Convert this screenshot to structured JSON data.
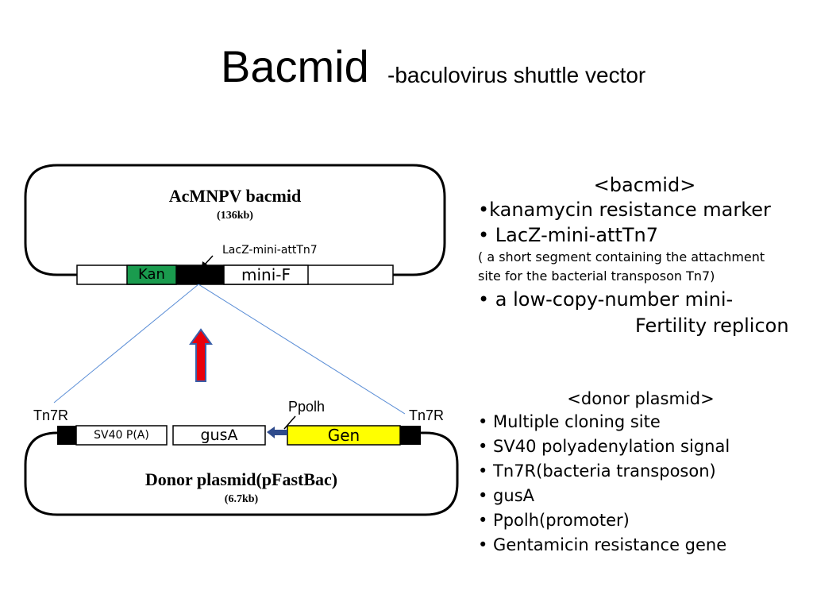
{
  "title": {
    "main": "Bacmid",
    "sub": "-baculovirus shuttle vector"
  },
  "colors": {
    "kan": "#1a9b4e",
    "gen": "#ffff00",
    "arrow_fill": "#e8000b",
    "arrow_stroke": "#3a5ea8",
    "lines": "#5b8ed6",
    "promoter_arrow": "#2f4b8c"
  },
  "bacmid": {
    "name": "AcMNPV bacmid",
    "size": "(136kb)",
    "lacz_label": "LacZ-mini-attTn7",
    "segments": {
      "kan": "Kan",
      "mini_f": "mini-F"
    }
  },
  "donor": {
    "name": "Donor plasmid(pFastBac)",
    "size": "(6.7kb)",
    "left_label": "Tn7R",
    "right_label": "Tn7R",
    "promoter_label": "Ppolh",
    "segments": {
      "sv40": "SV40 P(A)",
      "gusa": "gusA",
      "gen": "Gen"
    }
  },
  "bacmid_info": {
    "heading": "<bacmid>",
    "items": [
      "•kanamycin resistance marker",
      "• LacZ-mini-attTn7",
      "( a short segment containing the attachment",
      "site for the bacterial transposon Tn7)",
      "• a low-copy-number mini-",
      "Fertility replicon"
    ]
  },
  "donor_info": {
    "heading": "<donor plasmid>",
    "items": [
      "•  Multiple cloning site",
      "•  SV40 polyadenylation signal",
      "• Tn7R(bacteria transposon)",
      "• gusA",
      "• Ppolh(promoter)",
      "• Gentamicin resistance gene"
    ]
  }
}
